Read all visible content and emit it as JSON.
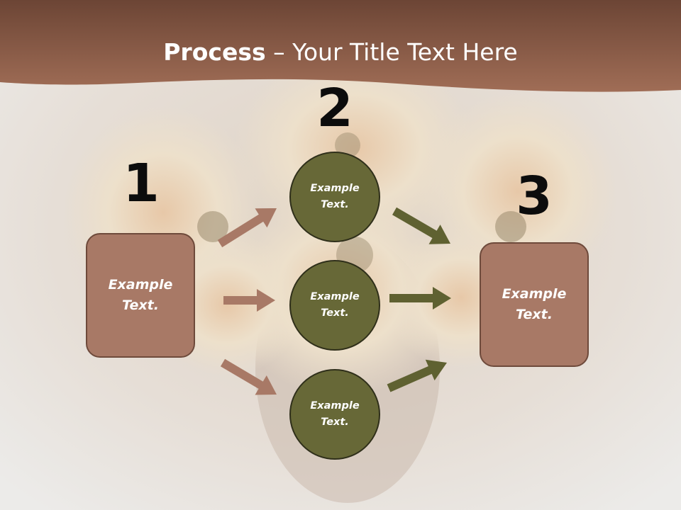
{
  "title": {
    "bold": "Process",
    "rest": " – Your Title Text Here"
  },
  "steps": [
    {
      "number": "1",
      "text": "Example Text."
    },
    {
      "number": "2",
      "items": [
        "Example Text.",
        "Example Text.",
        "Example Text."
      ]
    },
    {
      "number": "3",
      "text": "Example Text."
    }
  ],
  "colors": {
    "header": "#8e5a45",
    "box": "#a87966",
    "circle": "#676837",
    "arrow_brown": "#a87966",
    "arrow_olive": "#5f6131"
  }
}
